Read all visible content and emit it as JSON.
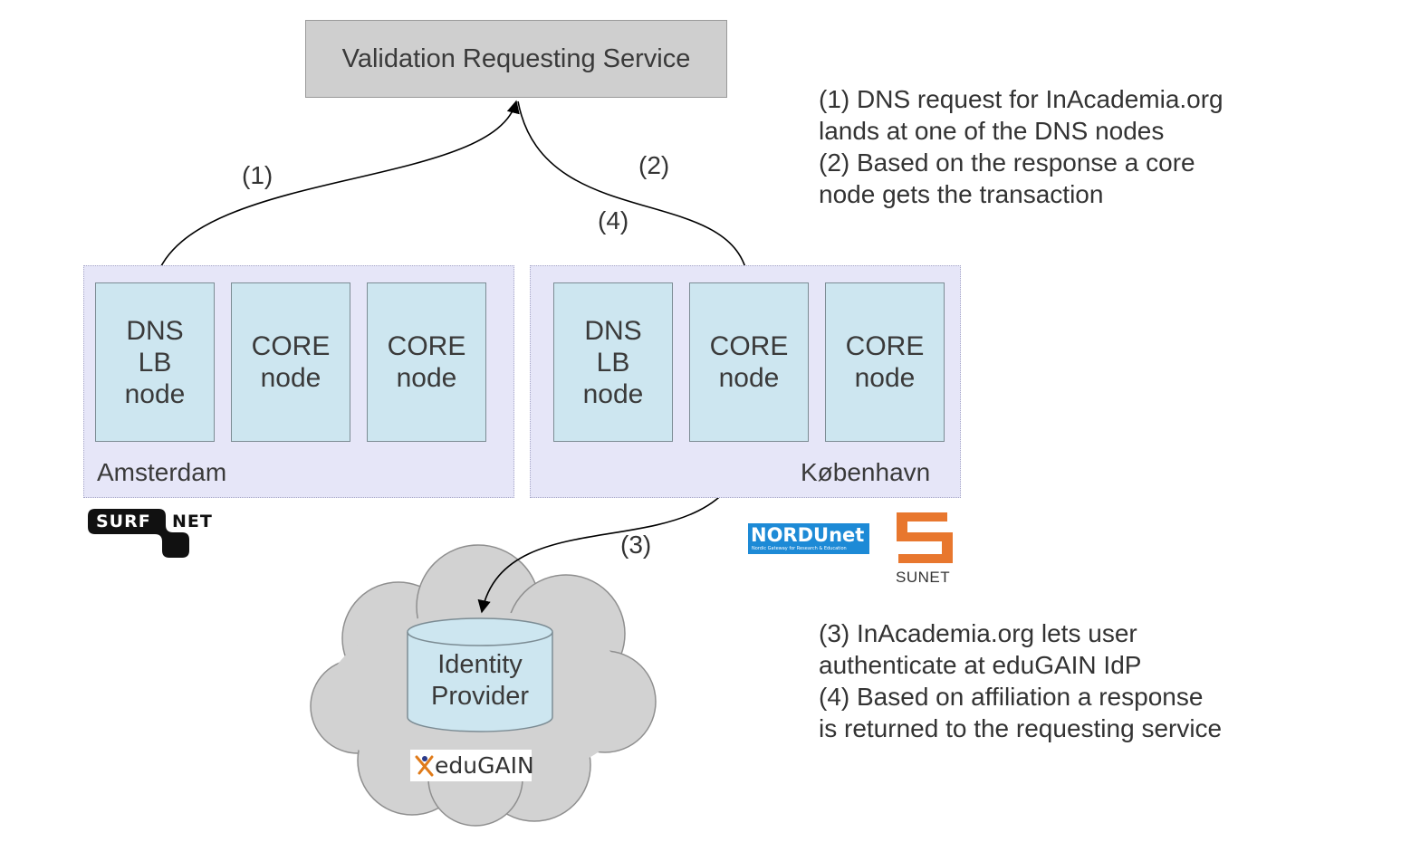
{
  "service": {
    "label": "Validation Requesting Service"
  },
  "sites": {
    "amsterdam": {
      "label": "Amsterdam",
      "nodes": [
        {
          "lines": [
            "DNS",
            "LB",
            "node"
          ]
        },
        {
          "lines": [
            "CORE",
            "node"
          ]
        },
        {
          "lines": [
            "CORE",
            "node"
          ]
        }
      ]
    },
    "kobenhavn": {
      "label": "København",
      "nodes": [
        {
          "lines": [
            "DNS",
            "LB",
            "node"
          ]
        },
        {
          "lines": [
            "CORE",
            "node"
          ]
        },
        {
          "lines": [
            "CORE",
            "node"
          ]
        }
      ]
    }
  },
  "steps": {
    "s1": "(1)",
    "s2": "(2)",
    "s3": "(3)",
    "s4": "(4)"
  },
  "notes_top": [
    "(1) DNS request for InAcademia.org",
    "lands at one of the DNS nodes",
    "(2) Based on the response a core",
    "node gets the transaction"
  ],
  "notes_bottom": [
    "(3) InAcademia.org lets user",
    "authenticate at eduGAIN IdP",
    "(4) Based on affiliation a response",
    "is returned to the requesting service"
  ],
  "idp": {
    "line1": "Identity",
    "line2": "Provider"
  },
  "logos": {
    "surfnet": {
      "part1": "SURF",
      "part2": "NET"
    },
    "nordunet": {
      "text": "NORDUnet",
      "tagline": "Nordic Gateway for Research & Education"
    },
    "sunet": {
      "text": "SUNET"
    },
    "edugain": {
      "text": "eduGAIN"
    }
  },
  "colors": {
    "service_fill": "#cfcfcf",
    "site_fill": "#e6e6f8",
    "node_fill": "#cde6f0",
    "cloud_fill": "#d2d2d2",
    "nordunet_blue": "#1d8ad6",
    "sunet_orange": "#e8772e",
    "edugain_orange": "#e07b1a"
  }
}
